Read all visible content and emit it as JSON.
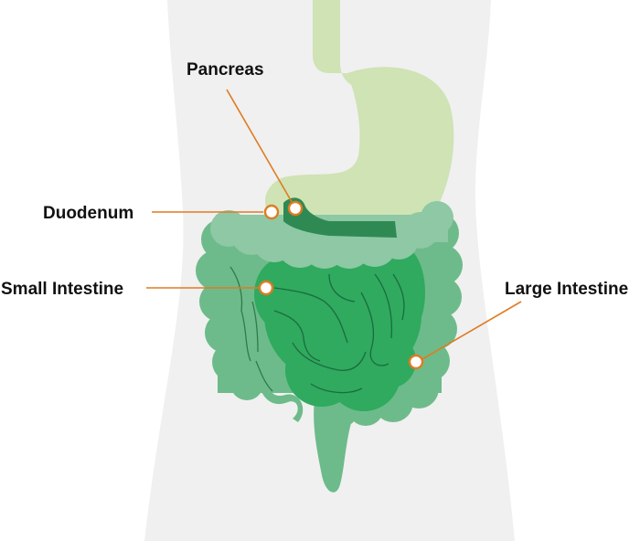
{
  "labels": {
    "pancreas": "Pancreas",
    "duodenum": "Duodenum",
    "small_intestine": "Small Intestine",
    "large_intestine": "Large Intestine"
  },
  "colors": {
    "body": "#f0f0f0",
    "esophagus_stomach": "#cfe3b5",
    "large_intestine": "#6dbb8a",
    "transverse_colon": "#8ec8a4",
    "small_intestine": "#2faa5f",
    "dark_green": "#2e8a52",
    "leader_line": "#e07b22"
  }
}
